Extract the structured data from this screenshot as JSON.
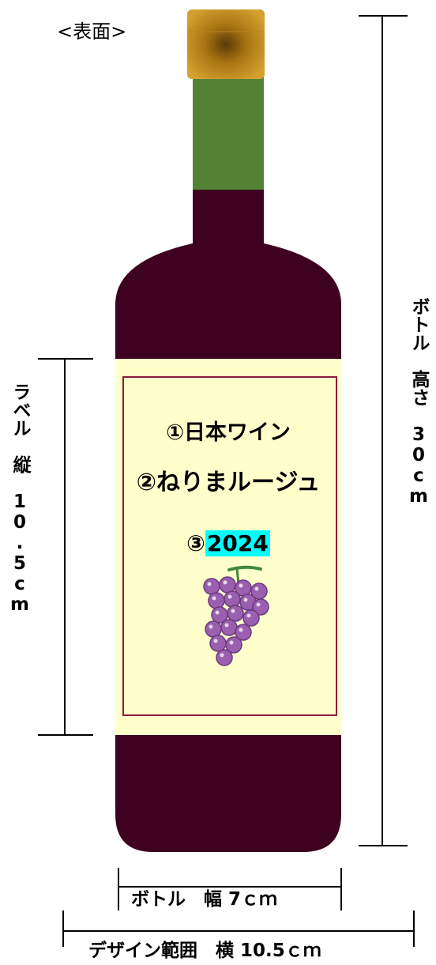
{
  "side_label": "<表面>",
  "bottle": {
    "label_line1": "①日本ワイン",
    "label_line2": "②ねりまルージュ",
    "label_line3_prefix": "③",
    "label_line3_year": "2024"
  },
  "dimensions": {
    "bottle_height": "ボトル　高さ　30cm",
    "label_height": "ラベル　縦　10.5cm",
    "bottle_width": "ボトル　幅 7ｃｍ",
    "design_range": "デザイン範囲　横 10.5ｃｍ"
  },
  "colors": {
    "wine": "#3e0120",
    "neck": "#548235",
    "cap": "#c8911f",
    "label_bg": "#ffffcc",
    "label_border": "#8e1b3c",
    "year_highlight": "#00ffff",
    "grape": "#9b5fb0"
  }
}
